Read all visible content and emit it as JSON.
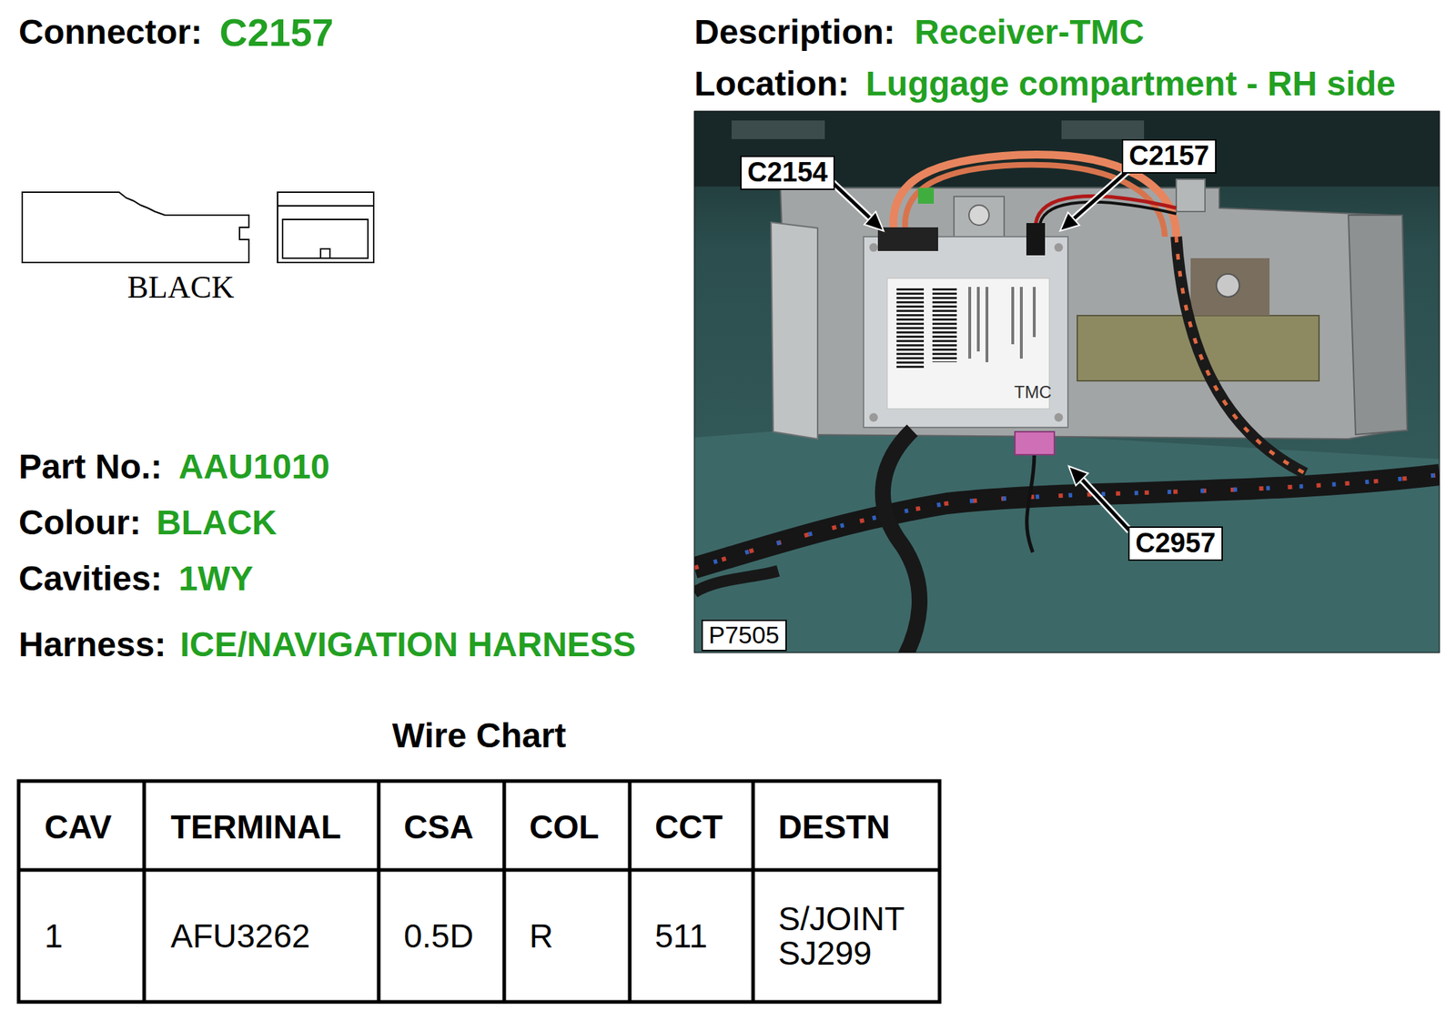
{
  "diagram": {
    "nodes": [
      {
        "text": [
          "C2154"
        ]
      },
      {
        "text": [
          "C2157"
        ]
      },
      {
        "text": [
          "C2957"
        ]
      },
      {
        "text": [
          "P7505"
        ]
      }
    ],
    "labels": [
      "Connector:",
      "C2157",
      "Description:",
      "Receiver-TMC",
      "Location:",
      "Luggage compartment - RH side",
      "BLACK",
      "Part No.:",
      "AAU1010",
      "Colour:",
      "BLACK",
      "Cavities:",
      "1WY",
      "Harness:",
      "ICE/NAVIGATION HARNESS",
      "TMC",
      "Wire Chart",
      "CAV",
      "TERMINAL",
      "CSA",
      "COL",
      "CCT",
      "DESTN",
      "1",
      "AFU3262",
      "0.5D",
      "R",
      "511",
      "S/JOINT SJ299"
    ]
  }
}
